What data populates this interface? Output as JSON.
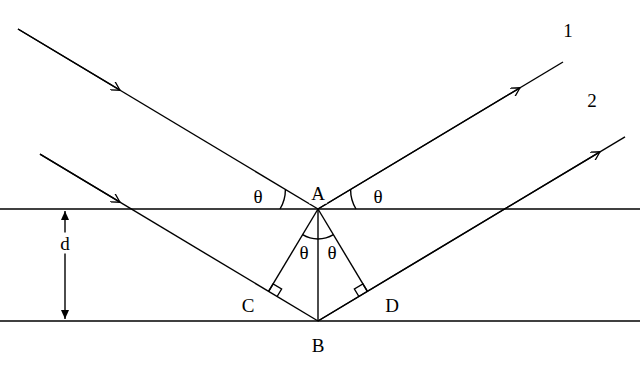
{
  "diagram": {
    "labels": [
      "1",
      "2",
      "A",
      "B",
      "C",
      "D",
      "d",
      "θ",
      "θ",
      "θ",
      "θ"
    ]
  }
}
